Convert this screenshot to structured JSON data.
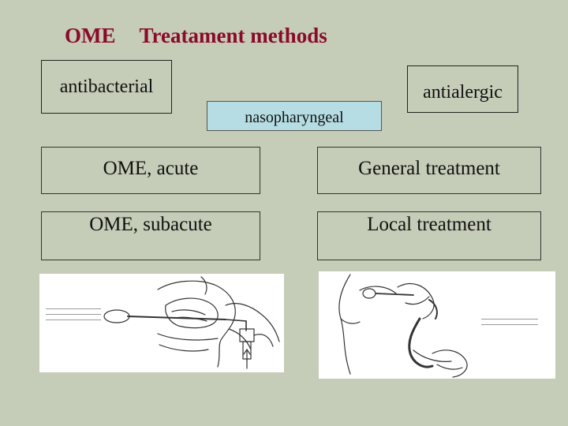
{
  "title": {
    "prefix": "OME",
    "main": "Treatament methods",
    "color": "#8b0a2a"
  },
  "boxes": {
    "antibacterial": "antibacterial",
    "antialergic": "antialergic",
    "nasopharyngeal": "nasopharyngeal",
    "acute": "OME, acute",
    "subacute": "OME, subacute",
    "general": "General treatment",
    "local": "Local treatment"
  },
  "colors": {
    "background": "#c5ccb7",
    "highlight_box": "#b5dde3"
  }
}
